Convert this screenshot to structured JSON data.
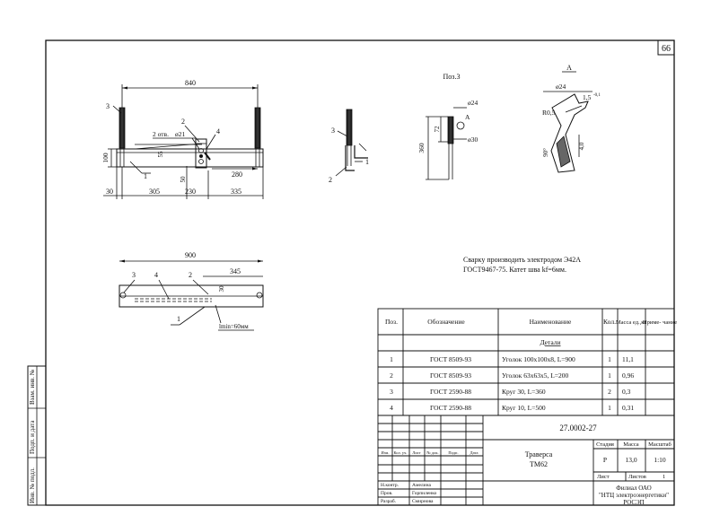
{
  "sheet_number": "66",
  "views": {
    "pos3_title": "Поз.3",
    "section_title": "А",
    "main_view": {
      "dim_top": "840",
      "dim_height": "100",
      "dims_bottom": [
        "30",
        "305",
        "230",
        "335"
      ],
      "dim_280": "280",
      "dim_50": "50",
      "dim_55": "55",
      "holes_label": "2 отв.",
      "hole_diameter": "ø21",
      "callouts": [
        "3",
        "2",
        "4",
        "1"
      ]
    },
    "side_view": {
      "callouts": [
        "3",
        "2",
        "1"
      ]
    },
    "pos3_view": {
      "d24": "ø24",
      "d30": "ø30",
      "dim_72": "72",
      "dim_360": "360",
      "section_mark": "A"
    },
    "section_view": {
      "d24": "ø24",
      "r": "R0,5",
      "t": "1,5",
      "tol": "-0,1",
      "angle": "90°",
      "dim_40": "4,0"
    },
    "plan_view": {
      "dim_total": "900",
      "dim_345": "345",
      "dim_30": "30",
      "callouts": [
        "3",
        "4",
        "2",
        "1"
      ],
      "length_note": "lmin=60мм"
    }
  },
  "note": {
    "line1": "Сварку производить электродом Э42А",
    "line2": "ГОСТ9467-75. Катет шва kf=6мм."
  },
  "spec": {
    "headers": {
      "pos": "Поз.",
      "designation": "Обозначение",
      "name": "Наименование",
      "qty": "Кол.",
      "mass": "Масса ед.,кг",
      "note": "Приме- чание"
    },
    "section": "Детали",
    "rows": [
      {
        "pos": "1",
        "designation": "ГОСТ 8509-93",
        "name": "Уголок 100х100х8, L=900",
        "qty": "1",
        "mass": "11,1"
      },
      {
        "pos": "2",
        "designation": "ГОСТ 8509-93",
        "name": "Уголок 63х63х5, L=200",
        "qty": "1",
        "mass": "0,96"
      },
      {
        "pos": "3",
        "designation": "ГОСТ 2590-88",
        "name": "Круг 30, L=360",
        "qty": "2",
        "mass": "0,3"
      },
      {
        "pos": "4",
        "designation": "ГОСТ 2590-88",
        "name": "Круг 10, L=500",
        "qty": "1",
        "mass": "0,31"
      }
    ]
  },
  "title_block": {
    "code": "27.0002-27",
    "name_line1": "Траверса",
    "name_line2": "ТМ62",
    "stage_label": "Стадия",
    "mass_label": "Масса",
    "scale_label": "Масштаб",
    "stage": "Р",
    "mass": "13,0",
    "scale": "1:10",
    "sheet_label": "Лист",
    "sheets_label": "Листов",
    "sheets": "1",
    "org_line1": "Филиал ОАО",
    "org_line2": "\"НТЦ электроэнергетики\"",
    "org_line3": "РОСЭП",
    "rev_headers": [
      "Изм.",
      "Кол. уч.",
      "Лист",
      "№ док.",
      "Подп.",
      "Дата"
    ],
    "people": [
      {
        "role": "Н.контр.",
        "name": "Амелина"
      },
      {
        "role": "Пров.",
        "name": "Горпиленко"
      },
      {
        "role": "Разраб.",
        "name": "Смирнова"
      }
    ]
  },
  "side_stamps": [
    "Взам. инв. №",
    "Подп. и дата",
    "Инв. № подл."
  ]
}
